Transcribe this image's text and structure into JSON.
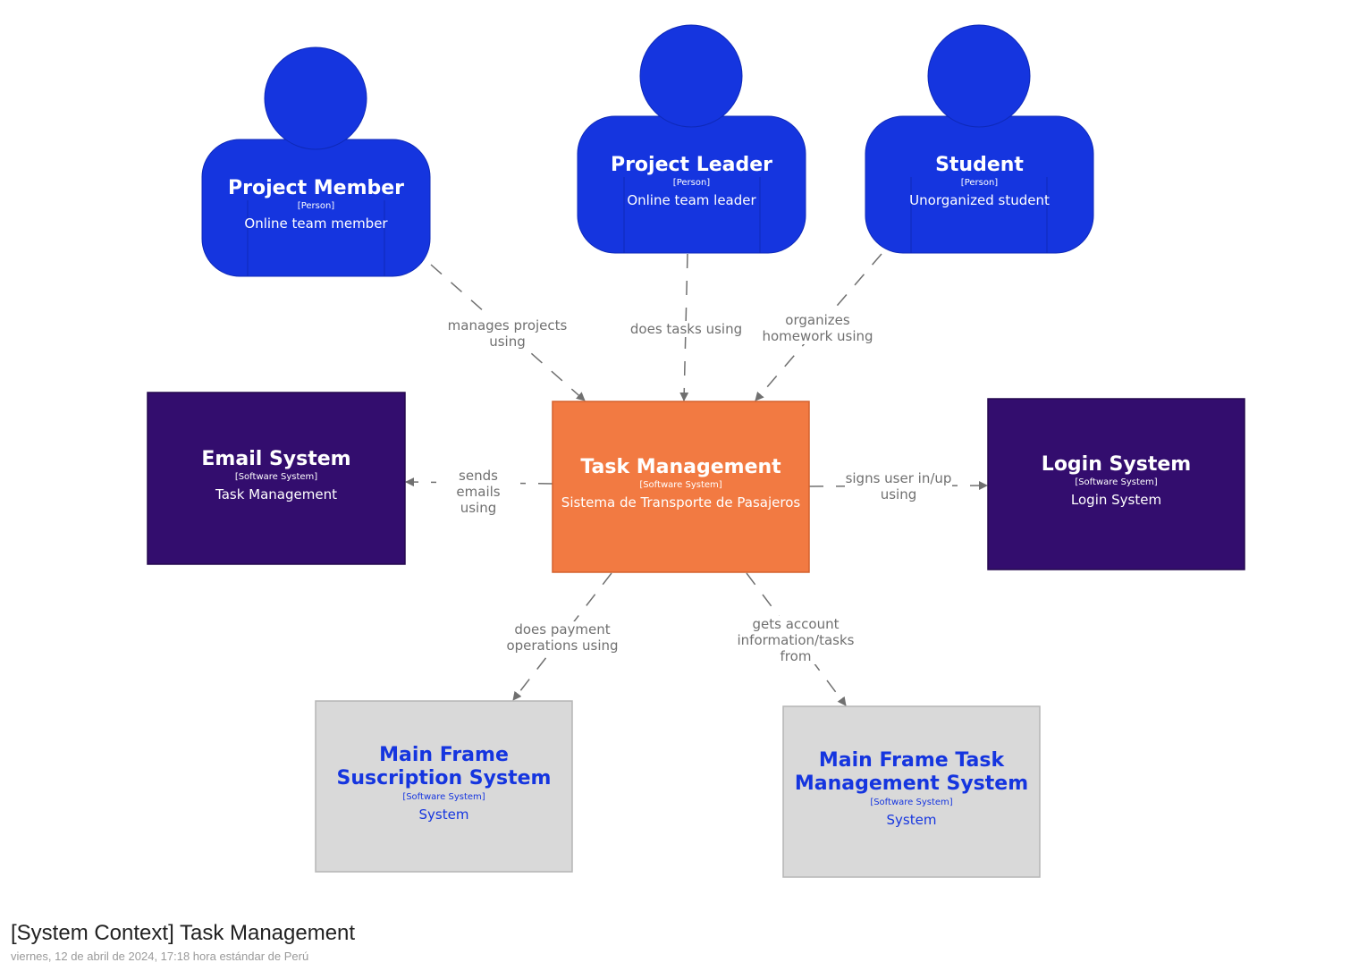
{
  "diagram": {
    "title": "[System Context] Task Management",
    "timestamp": "viernes, 12 de abril de 2024, 17:18 hora estándar de Perú",
    "colors": {
      "person": "#1535df",
      "internal_system": "#f27a42",
      "external_system": "#330d6e",
      "mainframe": "#d9d9d9",
      "mainframe_text": "#1535df",
      "relationship": "#707070"
    },
    "persons": [
      {
        "id": "project-member",
        "name": "Project Member",
        "type": "[Person]",
        "description": "Online team member"
      },
      {
        "id": "project-leader",
        "name": "Project Leader",
        "type": "[Person]",
        "description": "Online team leader"
      },
      {
        "id": "student",
        "name": "Student",
        "type": "[Person]",
        "description": "Unorganized student"
      }
    ],
    "systems": [
      {
        "id": "task-management",
        "name": "Task Management",
        "type": "[Software System]",
        "description": "Sistema de Transporte de Pasajeros"
      },
      {
        "id": "email-system",
        "name": "Email System",
        "type": "[Software System]",
        "description": "Task Management"
      },
      {
        "id": "login-system",
        "name": "Login System",
        "type": "[Software System]",
        "description": "Login System"
      },
      {
        "id": "mainframe-subscription",
        "name": "Main Frame Suscription System",
        "type": "[Software System]",
        "description": "System"
      },
      {
        "id": "mainframe-task",
        "name": "Main Frame Task Management System",
        "type": "[Software System]",
        "description": "System"
      }
    ],
    "relationships": [
      {
        "from": "project-member",
        "to": "task-management",
        "label": "manages projects using"
      },
      {
        "from": "project-leader",
        "to": "task-management",
        "label": "does tasks using"
      },
      {
        "from": "student",
        "to": "task-management",
        "label": "organizes homework using"
      },
      {
        "from": "task-management",
        "to": "email-system",
        "label": "sends emails using"
      },
      {
        "from": "task-management",
        "to": "login-system",
        "label": "signs user in/up using"
      },
      {
        "from": "task-management",
        "to": "mainframe-subscription",
        "label": "does payment operations using"
      },
      {
        "from": "task-management",
        "to": "mainframe-task",
        "label": "gets account information/tasks from"
      }
    ]
  }
}
